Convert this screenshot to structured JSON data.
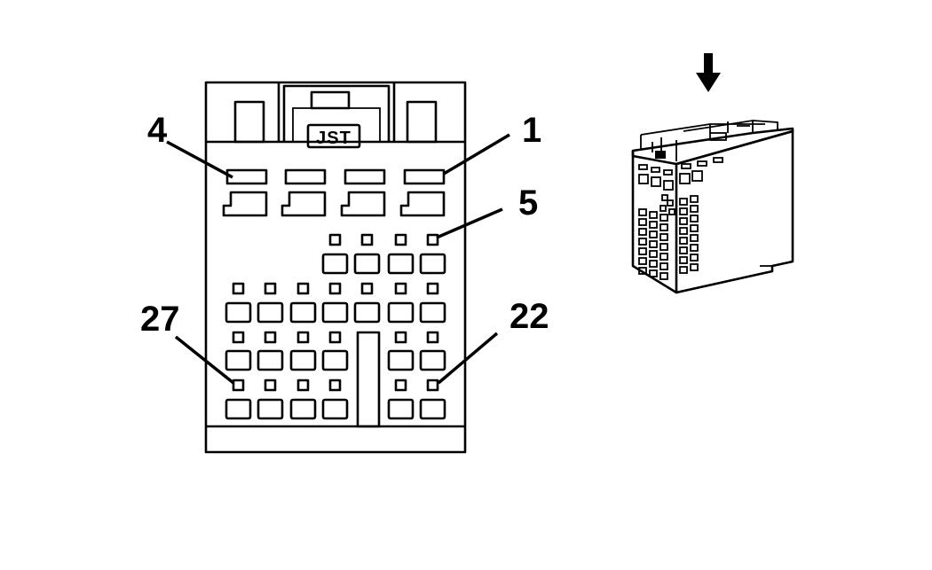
{
  "diagram": {
    "brand_label": "JST",
    "pin_labels": {
      "pin_4": "4",
      "pin_1": "1",
      "pin_5": "5",
      "pin_27": "27",
      "pin_22": "22"
    },
    "icons": {
      "view_direction": "down-arrow-icon"
    },
    "colors": {
      "stroke": "#000000",
      "background": "#ffffff"
    }
  }
}
